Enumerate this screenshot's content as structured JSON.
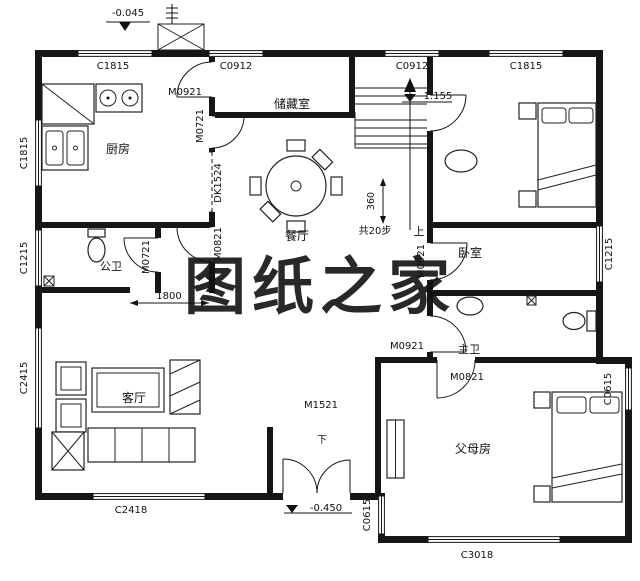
{
  "watermark": "图纸之家",
  "watermark_color": "#e03020",
  "rooms": {
    "kitchen": "厨房",
    "storage": "储藏室",
    "dining": "餐厅",
    "public_bath": "公卫",
    "living": "客厅",
    "bedroom": "卧室",
    "master_bath": "主卫",
    "parents_room": "父母房"
  },
  "stairs": {
    "up": "上",
    "total_steps": "共20步",
    "width": "360",
    "landing_level": "1.155"
  },
  "levels": {
    "flue_top": "-0.045",
    "entrance": "-0.450",
    "entrance_down": "下"
  },
  "windows": {
    "top_left": "C1815",
    "top_mid_left": "C0912",
    "top_mid_right": "C0912",
    "top_right": "C1815",
    "left_upper": "C1815",
    "left_middle": "C1215",
    "left_lower": "C2415",
    "right_middle": "C1215",
    "right_lower": "C0615",
    "parents_left": "C0615",
    "bottom_living": "C2418",
    "bottom_parents": "C3018"
  },
  "doors": {
    "kitchen_storage": "M0921",
    "kitchen_dining": "M0721",
    "kitchen_opening": "DK1524",
    "hall_vestibule": "M0821",
    "public_bath": "M0721",
    "bedroom": "M0921",
    "master_bath": "M0921",
    "parents_room": "M0821",
    "entrance": "M1521"
  },
  "dimensions": {
    "hall_opening": "1800"
  }
}
